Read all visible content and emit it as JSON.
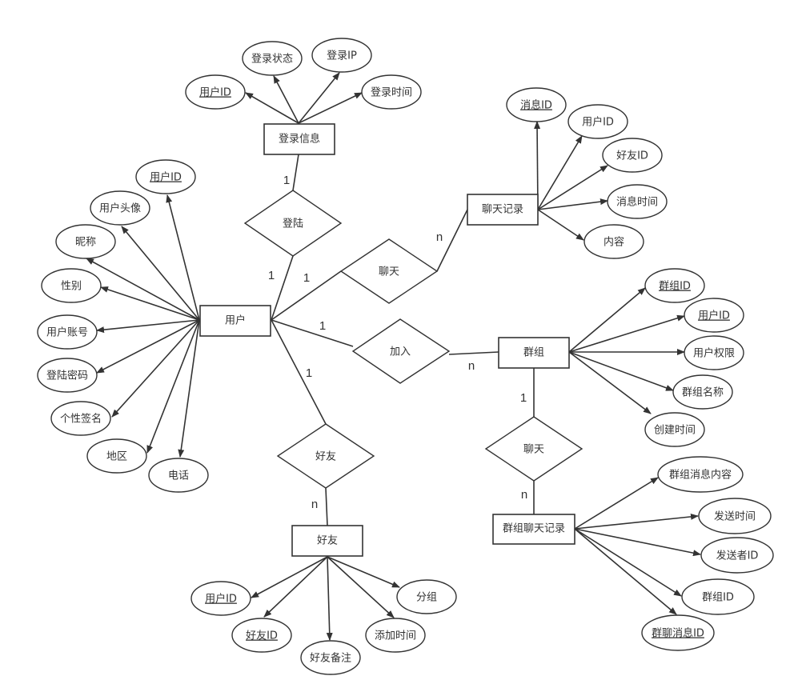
{
  "entities": {
    "login_info": "登录信息",
    "user": "用户",
    "chat_record": "聊天记录",
    "group": "群组",
    "friend": "好友",
    "group_chat_record": "群组聊天记录"
  },
  "relationships": {
    "login": "登陆",
    "chat": "聊天",
    "join": "加入",
    "friend": "好友",
    "group_chat": "聊天"
  },
  "attributes": {
    "login_info": [
      {
        "label": "用户ID",
        "key": true
      },
      {
        "label": "登录状态",
        "key": false
      },
      {
        "label": "登录IP",
        "key": false
      },
      {
        "label": "登录时间",
        "key": false
      }
    ],
    "user": [
      {
        "label": "用户ID",
        "key": true
      },
      {
        "label": "用户头像",
        "key": false
      },
      {
        "label": "昵称",
        "key": false
      },
      {
        "label": "性别",
        "key": false
      },
      {
        "label": "用户账号",
        "key": false
      },
      {
        "label": "登陆密码",
        "key": false
      },
      {
        "label": "个性签名",
        "key": false
      },
      {
        "label": "地区",
        "key": false
      },
      {
        "label": "电话",
        "key": false
      }
    ],
    "chat_record": [
      {
        "label": "消息ID",
        "key": true
      },
      {
        "label": "用户ID",
        "key": false
      },
      {
        "label": "好友ID",
        "key": false
      },
      {
        "label": "消息时间",
        "key": false
      },
      {
        "label": "内容",
        "key": false
      }
    ],
    "group": [
      {
        "label": "群组ID",
        "key": true
      },
      {
        "label": "用户ID",
        "key": true
      },
      {
        "label": "用户权限",
        "key": false
      },
      {
        "label": "群组名称",
        "key": false
      },
      {
        "label": "创建时间",
        "key": false
      }
    ],
    "group_chat_record": [
      {
        "label": "群组消息内容",
        "key": false
      },
      {
        "label": "发送时间",
        "key": false
      },
      {
        "label": "发送者ID",
        "key": false
      },
      {
        "label": "群组ID",
        "key": false
      },
      {
        "label": "群聊消息ID",
        "key": true
      }
    ],
    "friend": [
      {
        "label": "用户ID",
        "key": true
      },
      {
        "label": "好友ID",
        "key": true
      },
      {
        "label": "好友备注",
        "key": false
      },
      {
        "label": "添加时间",
        "key": false
      },
      {
        "label": "分组",
        "key": false
      }
    ]
  },
  "cardinalities": {
    "login_info_login": "1",
    "user_login": "1",
    "user_chat": "1",
    "chat_record_chat": "n",
    "user_join": "1",
    "group_join": "n",
    "user_friend": "1",
    "friend_friend": "n",
    "group_group_chat": "1",
    "group_chat_record_group_chat": "n"
  }
}
